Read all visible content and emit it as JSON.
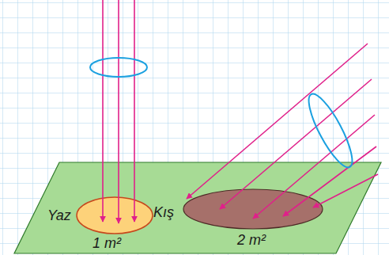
{
  "diagram": {
    "labels": [
      "Yaz",
      "1 m²",
      "Kış",
      "2 m²"
    ]
  }
}
